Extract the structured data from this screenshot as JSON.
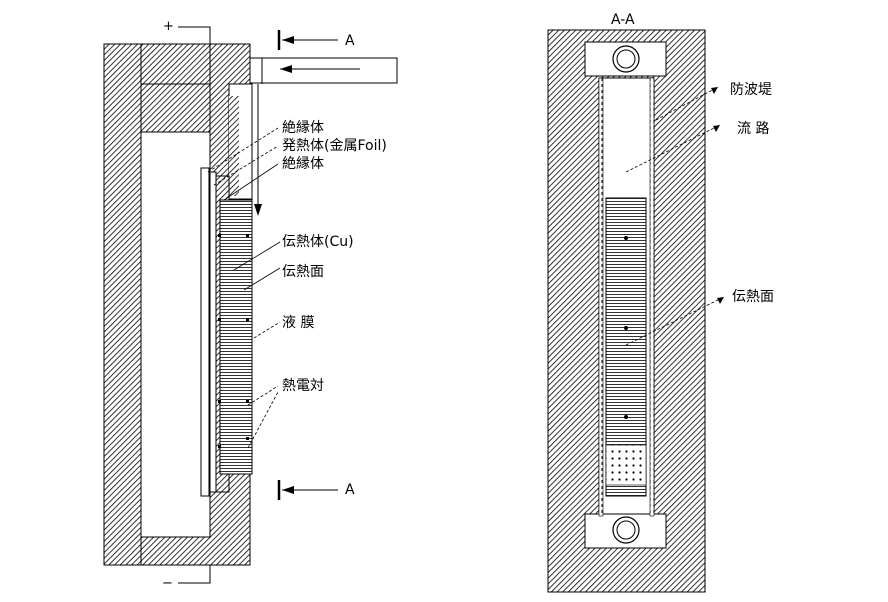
{
  "left_view": {
    "terminal_plus": "+",
    "terminal_minus": "−",
    "section_mark_top": "A",
    "section_mark_bottom": "A",
    "labels": {
      "insulator_1": "絶縁体",
      "heater_foil": "発熱体(金属Foil)",
      "insulator_2": "絶縁体",
      "heat_conductor_cu": "伝熱体(Cu)",
      "heat_transfer_surface": "伝熱面",
      "liquid_film": "液 膜",
      "thermocouple": "熱電対"
    }
  },
  "right_view": {
    "title": "A-A",
    "labels": {
      "weir": "防波堤",
      "flow_path": "流 路",
      "heat_transfer_surface": "伝熱面"
    }
  }
}
